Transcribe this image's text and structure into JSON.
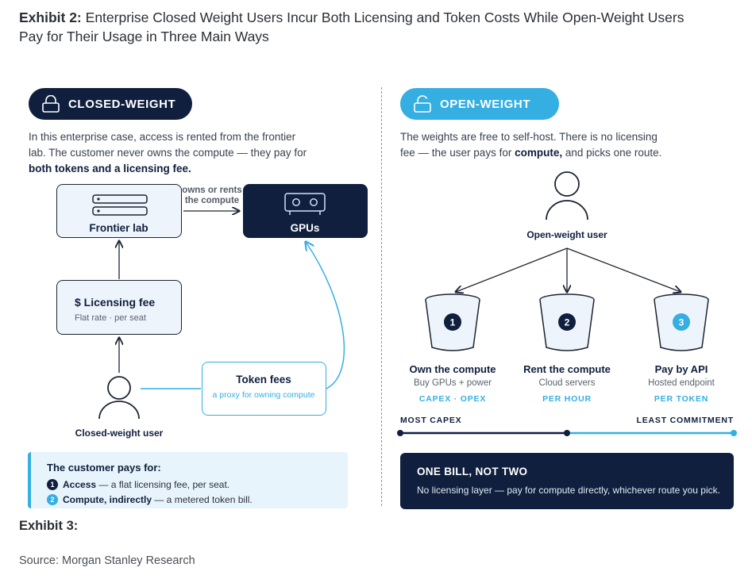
{
  "title": {
    "exhibit_label": "Exhibit 2:",
    "text_line1": "Enterprise Closed Weight Users Incur Both Licensing and Token Costs While Open-Weight Users",
    "text_line2": "Pay for Their Usage in Three Main Ways"
  },
  "closed": {
    "badge": "CLOSED-WEIGHT",
    "intro_line1": "In this enterprise case, access is rented from the frontier",
    "intro_line2": "lab. The customer never owns the compute — they pay for",
    "intro_bold": "both tokens and a licensing fee.",
    "frontier_label": "Frontier lab",
    "gpus_label": "GPUs",
    "owns_line1": "owns or rents",
    "owns_line2": "the compute",
    "license_title": "$ Licensing fee",
    "license_caption": "Flat rate · per seat",
    "token_title": "Token fees",
    "token_caption": "a proxy for owning compute",
    "user_label": "Closed-weight user",
    "pays_title": "The customer pays for:",
    "pays": [
      {
        "num": "1",
        "bold": "Access",
        "rest": " — a flat licensing fee, per seat."
      },
      {
        "num": "2",
        "bold": "Compute, indirectly",
        "rest": " — a metered token bill."
      }
    ]
  },
  "open": {
    "badge": "OPEN-WEIGHT",
    "intro_line1": "The weights are free to self-host. There is no licensing",
    "intro_pre": "fee — the user pays for ",
    "intro_bold": "compute,",
    "intro_post": " and picks one route.",
    "user_label": "Open-weight user",
    "routes": [
      {
        "num": "1",
        "title": "Own the compute",
        "desc": "Buy GPUs + power",
        "tag": "CAPEX · OPEX"
      },
      {
        "num": "2",
        "title": "Rent the compute",
        "desc": "Cloud servers",
        "tag": "PER HOUR"
      },
      {
        "num": "3",
        "title": "Pay by API",
        "desc": "Hosted endpoint",
        "tag": "PER TOKEN"
      }
    ],
    "scale_left": "MOST CAPEX",
    "scale_right": "LEAST COMMITMENT",
    "bill_title": "ONE BILL, NOT TWO",
    "bill_text": "No licensing layer — pay for compute directly, whichever route you pick."
  },
  "exhibit3": "Exhibit 3:",
  "source": "Source: Morgan Stanley Research",
  "colors": {
    "navy": "#0f1f3d",
    "accent": "#35aee2",
    "light_bg": "#eef4fb"
  },
  "icons": [
    "lock-icon",
    "server-icon",
    "gpu-icon",
    "user-icon",
    "bucket-icon"
  ]
}
